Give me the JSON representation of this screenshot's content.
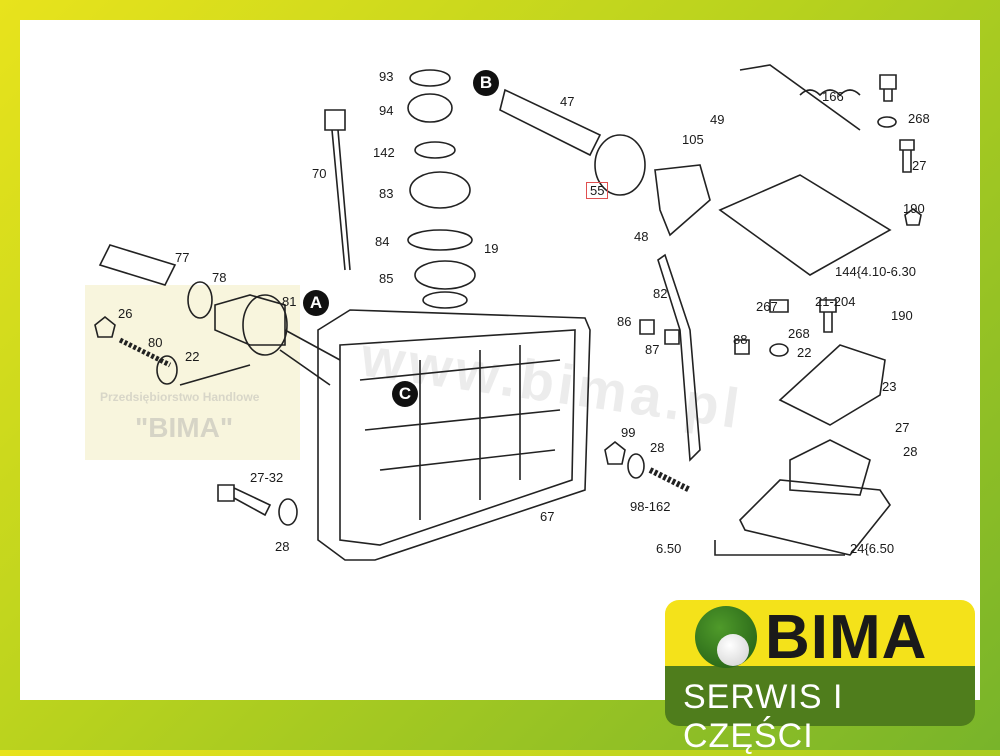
{
  "diagram": {
    "callouts": [
      "A",
      "B",
      "C"
    ],
    "labels": [
      "93",
      "94",
      "142",
      "83",
      "84",
      "19",
      "85",
      "70",
      "77",
      "78",
      "81",
      "26",
      "80",
      "22",
      "47",
      "105",
      "49",
      "55",
      "48",
      "166",
      "268",
      "27",
      "190",
      "144{4.10-6.30",
      "82",
      "86",
      "87",
      "88",
      "267",
      "21-204",
      "268",
      "22",
      "190",
      "23",
      "27",
      "28",
      "99",
      "28",
      "98-162",
      "67",
      "27-32",
      "28",
      "6.50",
      "24{6.50"
    ]
  },
  "watermark": {
    "company": "Przedsiębiorstwo Handlowe",
    "name": "\"BIMA\"",
    "url": "www.bima.pl"
  },
  "logo": {
    "brand": "BIMA",
    "tagline": "SERWIS I CZĘŚCI",
    "colors": {
      "yellow": "#f4e21a",
      "green": "#4f7d1c"
    }
  }
}
